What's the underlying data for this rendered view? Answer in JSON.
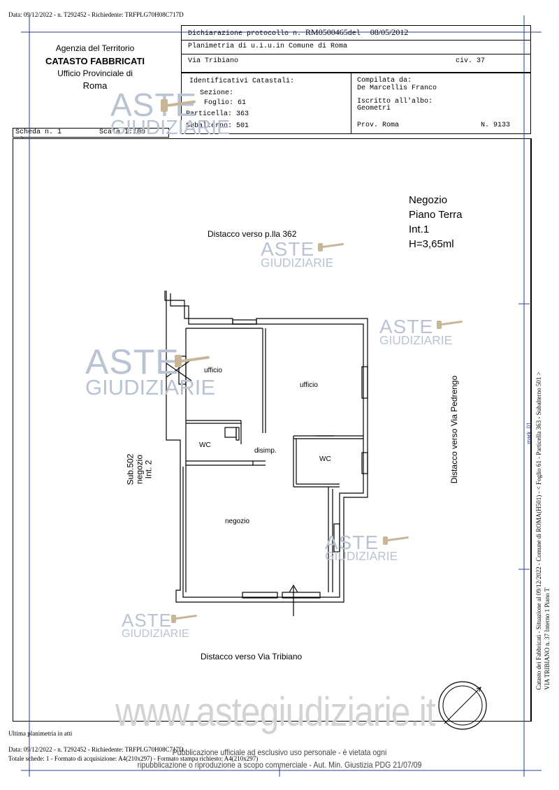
{
  "top_line": "Data: 09/12/2022 - n. T292452 - Richiedente: TRFPLG70H08C717D",
  "office": {
    "line1": "Agenzia del Territorio",
    "line2": "CATASTO FABBRICATI",
    "line3": "Ufficio Provinciale di",
    "line4": "Roma"
  },
  "header": {
    "declaration_prefix": "Dichiarazione protocollo n.",
    "protocol_number": "RM0500465",
    "del_label": "del",
    "date": "08/05/2012",
    "planimetria": "Planimetria di u.i.u.in Comune di Roma",
    "street": "Via Tribiano",
    "civ": "civ. 37"
  },
  "identifiers": {
    "title": "Identificativi Catastali:",
    "sezione": "Sezione:",
    "foglio": "Foglio: 61",
    "particella": "Particella: 363",
    "subalterno": "Subalterno: 501"
  },
  "compiler": {
    "compilata_label": "Compilata da:",
    "name": "De Marcellis Franco",
    "iscritto_label": "Iscritto all'albo:",
    "albo": "Geometri",
    "prov": "Prov. Roma",
    "number": "N.  9133"
  },
  "scheda": "Scheda n. 1",
  "scala": "Scala 1:100",
  "unit_info": [
    "Negozio",
    "Piano Terra",
    "Int.1",
    "H=3,65ml"
  ],
  "labels": {
    "distacco_top": "Distacco verso p.lla 362",
    "distacco_right": "Distacco verso Via Pedrengo",
    "distacco_bottom": "Distacco verso Via Tribiano",
    "sub502": [
      "Sub.502",
      "negozio",
      "Int. 2"
    ]
  },
  "rooms": {
    "ufficio1": "ufficio",
    "ufficio2": "ufficio",
    "wc1": "WC",
    "wc2": "WC",
    "disimp": "disimp.",
    "negozio": "negozio"
  },
  "watermark": {
    "aste": "ASTE",
    "giudiziarie": "GIUDIZIARIE",
    "site": "www.astegiudiziarie.it",
    "notice1": "Pubblicazione ufficiale ad esclusivo uso personale - è vietata ogni",
    "notice2": "ripubblicazione o riproduzione a scopo commerciale - Aut. Min. Giustizia PDG 21/07/09"
  },
  "footer": {
    "ultima": "Ultima planimetria in atti",
    "data_line": "Data: 09/12/2022 - n. T292452 - Richiedente: TRFPLG70H08C717D",
    "totale_line": "Totale schede: 1 - Formato di acquisizione: A4(210x297)  - Formato stampa richiesto: A4(210x297)"
  },
  "side_text": {
    "line1": "Catasto dei Fabbricati - Situazione al 09/12/2022 - Comune di ROMA(H501) - < Foglio 61 - Particella 363 - Subalterno 501 >",
    "line2": "VIA TRIBIANO n. 37 Interno 1 Piano T"
  },
  "right_edge_mark": "mark_01"
}
